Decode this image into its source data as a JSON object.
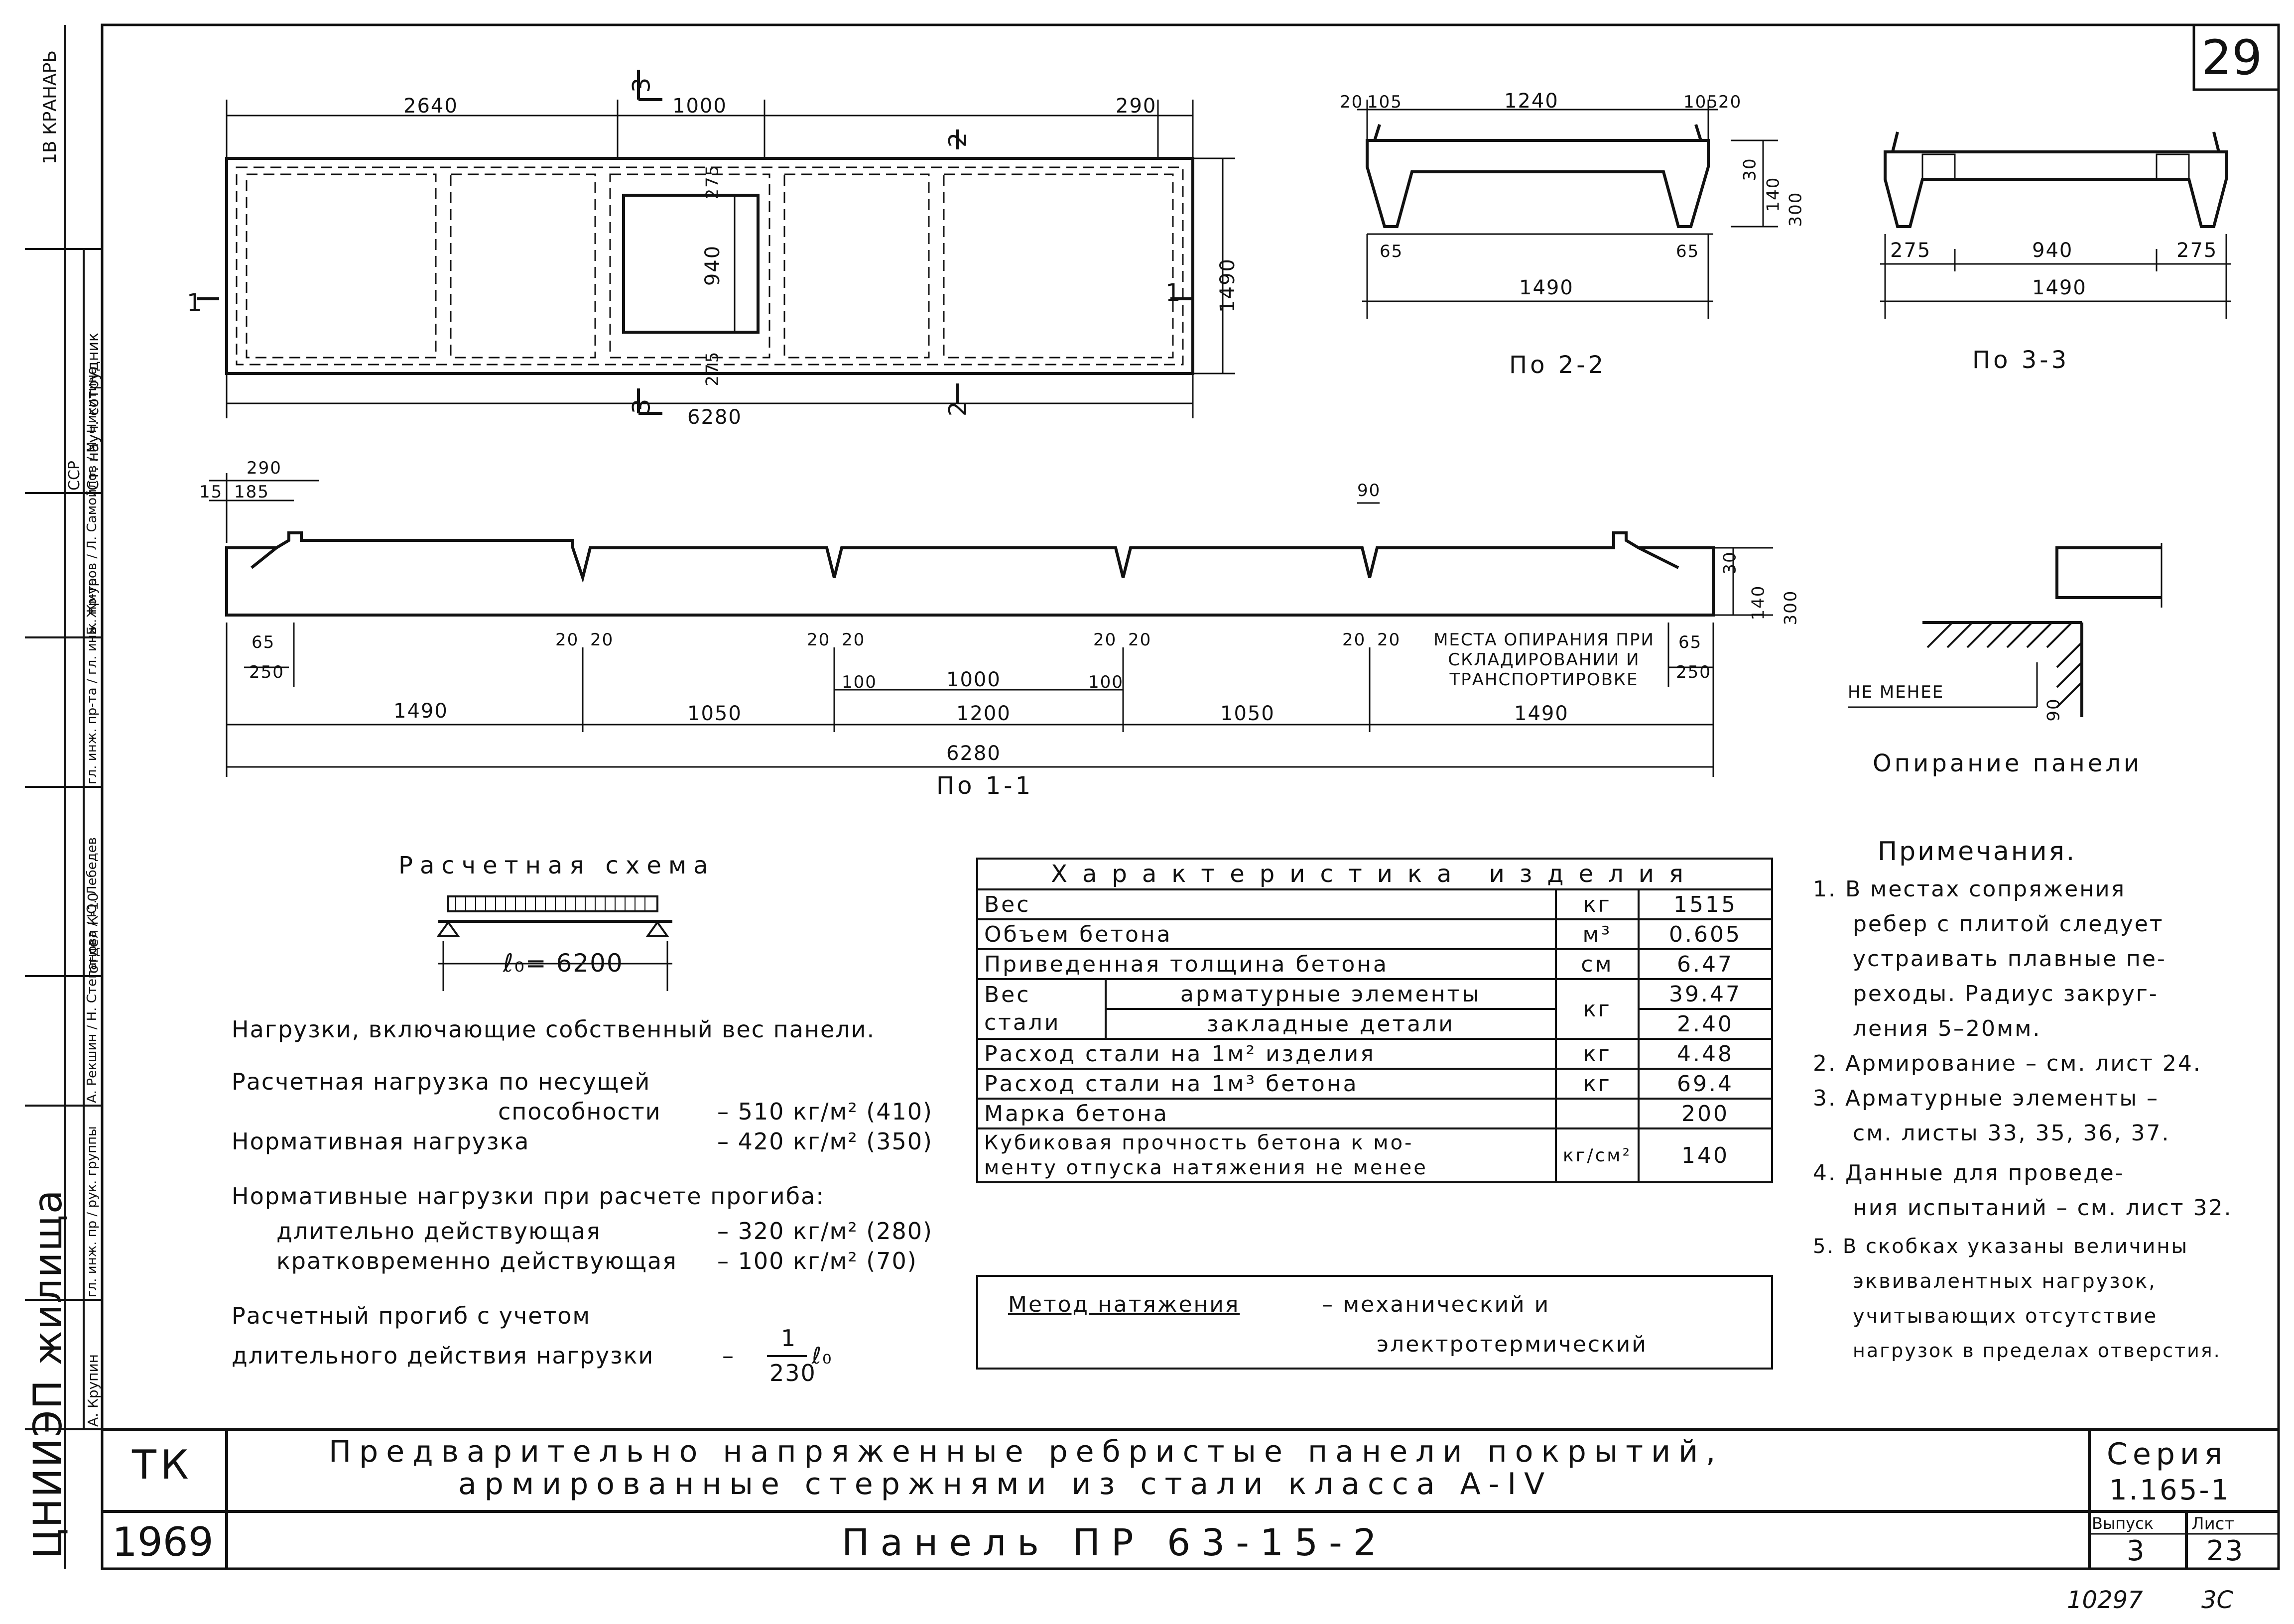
{
  "sheet": {
    "page_number": "29",
    "archive_number": "10297",
    "archive_mark": "3C",
    "top_left_mark": "1В КРАНАРЬ"
  },
  "plan": {
    "dims_top": [
      "2640",
      "1000",
      "290"
    ],
    "section_marks": [
      "3",
      "3",
      "2",
      "2",
      "1",
      "1"
    ],
    "dim_inner_height": "940",
    "dim_275_top": "275",
    "dim_275_bottom": "275",
    "dim_side": "1490",
    "dim_total": "6280"
  },
  "section_2_2": {
    "caption": "По 2-2",
    "dims_top": [
      "20",
      "105",
      "1240",
      "105",
      "20"
    ],
    "dims_right": [
      "30",
      "140",
      "300"
    ],
    "dims_bottom": [
      "65",
      "65"
    ],
    "dim_total": "1490"
  },
  "section_3_3": {
    "caption": "По 3-3",
    "dims_bottom": [
      "275",
      "940",
      "275"
    ],
    "dim_total": "1490"
  },
  "section_1_1": {
    "caption": "По 1-1",
    "dims_top": [
      "290",
      "15",
      "185",
      "90"
    ],
    "dims_right": [
      "30",
      "140",
      "300"
    ],
    "dims_ribs": [
      "20",
      "20",
      "20",
      "20",
      "20",
      "20",
      "20",
      "20"
    ],
    "dims_left": [
      "65",
      "250"
    ],
    "dims_right_bottom": [
      "65",
      "250"
    ],
    "dims_middle": [
      "100",
      "1000",
      "100"
    ],
    "dims_chain": [
      "1490",
      "1050",
      "1200",
      "1050",
      "1490"
    ],
    "dim_total": "6280",
    "support_note": "МЕСТА ОПИРАНИЯ ПРИ СКЛАДИРОВАНИИ И ТРАНСПОРТИРОВКЕ"
  },
  "support_detail": {
    "label_min": "НЕ МЕНЕЕ",
    "dim": "90",
    "caption": "Опирание панели"
  },
  "calc_scheme": {
    "title": "Расчетная схема",
    "span": "ℓ₀= 6200"
  },
  "loads": {
    "heading": "Нагрузки, включающие собственный вес панели.",
    "design_label_1": "Расчетная нагрузка по несущей",
    "design_label_2": "способности",
    "design_value": "– 510 кг/м² (410)",
    "normative_label": "Нормативная нагрузка",
    "normative_value": "– 420 кг/м² (350)",
    "deflection_heading": "Нормативные нагрузки при расчете прогиба:",
    "long_label": "длительно действующая",
    "long_value": "– 320 кг/м² (280)",
    "short_label": "кратковременно действующая",
    "short_value": "– 100 кг/м² (70)",
    "calc_deflection_1": "Расчетный прогиб с учетом",
    "calc_deflection_2": "длительного действия нагрузки",
    "deflection_dash": "–",
    "deflection_num": "1",
    "deflection_den": "230",
    "deflection_sym": "ℓ₀"
  },
  "characteristics": {
    "header": "Характеристика изделия",
    "rows": [
      {
        "name": "Вес",
        "unit": "кг",
        "value": "1515"
      },
      {
        "name": "Объем бетона",
        "unit": "м³",
        "value": "0.605"
      },
      {
        "name": "Приведенная толщина бетона",
        "unit": "см",
        "value": "6.47"
      },
      {
        "name": "Расход стали на 1м² изделия",
        "unit": "кг",
        "value": "4.48"
      },
      {
        "name": "Расход стали на 1м³ бетона",
        "unit": "кг",
        "value": "69.4"
      },
      {
        "name": "Марка бетона",
        "unit": "",
        "value": "200"
      }
    ],
    "steel_label_1": "Вес",
    "steel_label_2": "стали",
    "steel_sub_1": "арматурные элементы",
    "steel_sub_2": "закладные детали",
    "steel_unit": "кг",
    "steel_val_1": "39.47",
    "steel_val_2": "2.40",
    "strength_1": "Кубиковая прочность бетона к мо-",
    "strength_2": "менту отпуска натяжения не менее",
    "strength_unit": "кг/см²",
    "strength_value": "140"
  },
  "method": {
    "label": "Метод натяжения",
    "text_1": "– механический и",
    "text_2": "электротермический"
  },
  "notes": {
    "title": "Примечания.",
    "items": [
      "1. В местах сопряжения",
      "ребер с плитой следует",
      "устраивать плавные пе-",
      "реходы. Радиус закруг-",
      "ления 5–20мм.",
      "2. Армирование – см. лист 24.",
      "3. Арматурные элементы –",
      "см. листы 33, 35, 36, 37.",
      "4. Данные для проведе-",
      "ния испытаний – см. лист 32.",
      "5. В скобках указаны величины",
      "эквивалентных нагрузок,",
      "учитывающих отсутствие",
      "нагрузок в пределах отверстия."
    ]
  },
  "title_block": {
    "code": "ТК",
    "year": "1969",
    "title_1": "Предварительно напряженные ребристые панели покрытий,",
    "title_2": "армированные стержнями из стали класса А-IV",
    "panel_name": "Панель ПР 63-15-2",
    "series_label": "Серия",
    "series_value": "1.165-1",
    "issue_label": "Выпуск",
    "issue_value": "3",
    "sheet_label": "Лист",
    "sheet_value": "23",
    "institute": "ЦНИИЭП жилища"
  },
  "side_stamp": {
    "rows": [
      "Ст. науч. сотрудник",
      "ССР",
      "Б. Жмуров / Л. Самойлов / М. Никитина",
      "гл. инж. пр-та / гл. инж. пр-та",
      "отдел К-10",
      "А. Рекшин / Н. Степанова / Ю. Лебедев",
      "гл. инж. пр / рук. группы",
      "А. Крупин"
    ]
  }
}
